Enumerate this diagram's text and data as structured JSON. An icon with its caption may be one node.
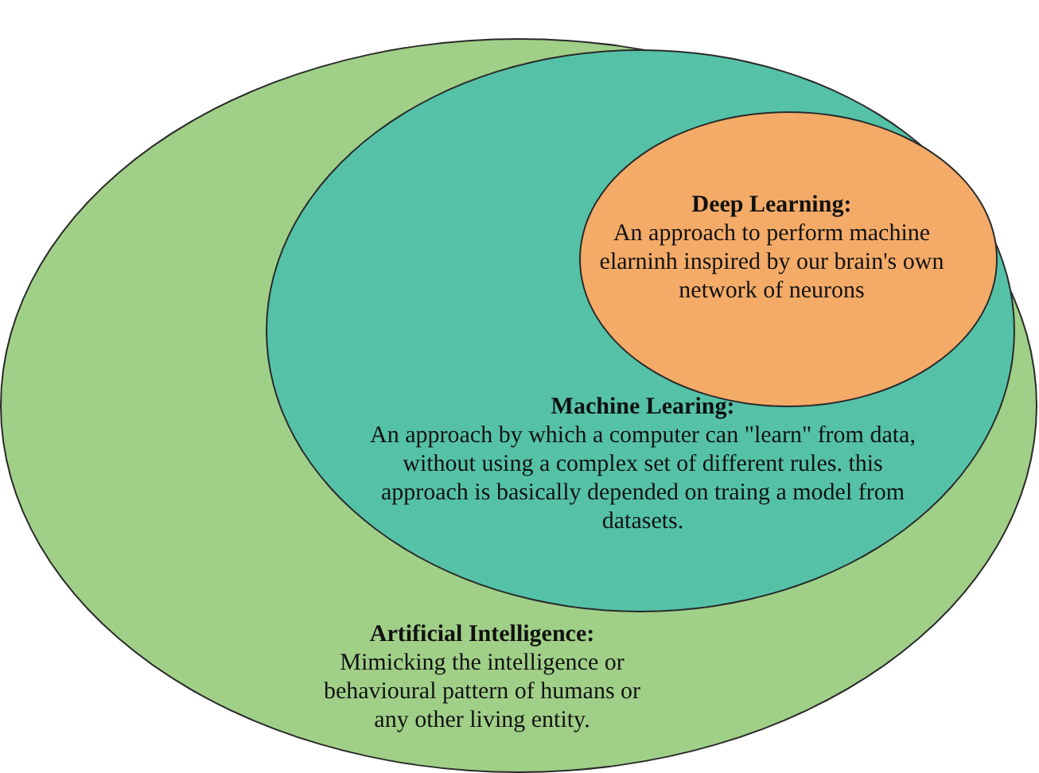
{
  "diagram": {
    "nodes": [
      {
        "text": [
          "Artificial Intelligence:",
          "Mimicking the intelligence or behavioural pattern of humans or any other living entity."
        ]
      },
      {
        "text": [
          "Machine Learing:",
          "An approach by which a computer can \"learn\" from data, without using a complex set of different rules. this approach is basically depended on traing a model from datasets."
        ],
        "in": 0
      },
      {
        "text": [
          "Deep Learning:",
          "An approach to perform machine elarninh inspired by our brain's own network of neurons"
        ],
        "in": 1
      }
    ]
  }
}
